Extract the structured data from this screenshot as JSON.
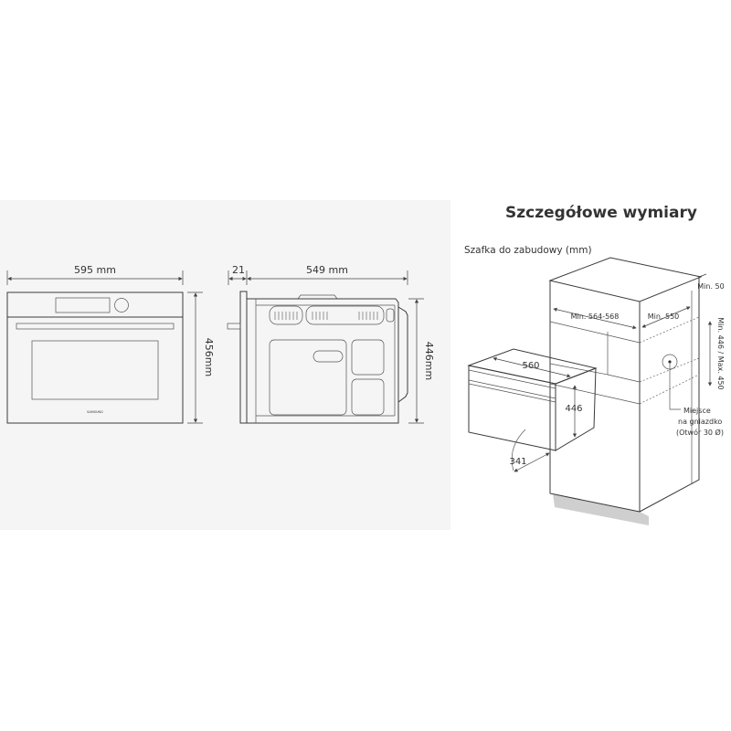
{
  "left_panel": {
    "front_view": {
      "width_label": "595 mm",
      "height_label": "456mm",
      "brand": "SAMSUNG"
    },
    "side_view": {
      "door_depth_label": "21",
      "body_depth_label": "549 mm",
      "height_label": "446mm"
    }
  },
  "right_panel": {
    "title": "Szczegółowe wymiary",
    "subtitle": "Szafka do zabudowy (mm)",
    "labels": {
      "oven_width": "560",
      "oven_height": "446",
      "door_swing": "341",
      "niche_width": "Min. 564-568",
      "niche_depth": "Min. 550",
      "top_gap": "Min. 50",
      "niche_height": "Min. 446 / Max. 450",
      "socket_line1": "Miejsce",
      "socket_line2": "na gniazdko",
      "socket_line3": "(Otwór 30 Ø)"
    }
  },
  "colors": {
    "panel_bg": "#f5f5f5",
    "line": "#3a3a3a",
    "plinth": "#cfcfcf"
  }
}
